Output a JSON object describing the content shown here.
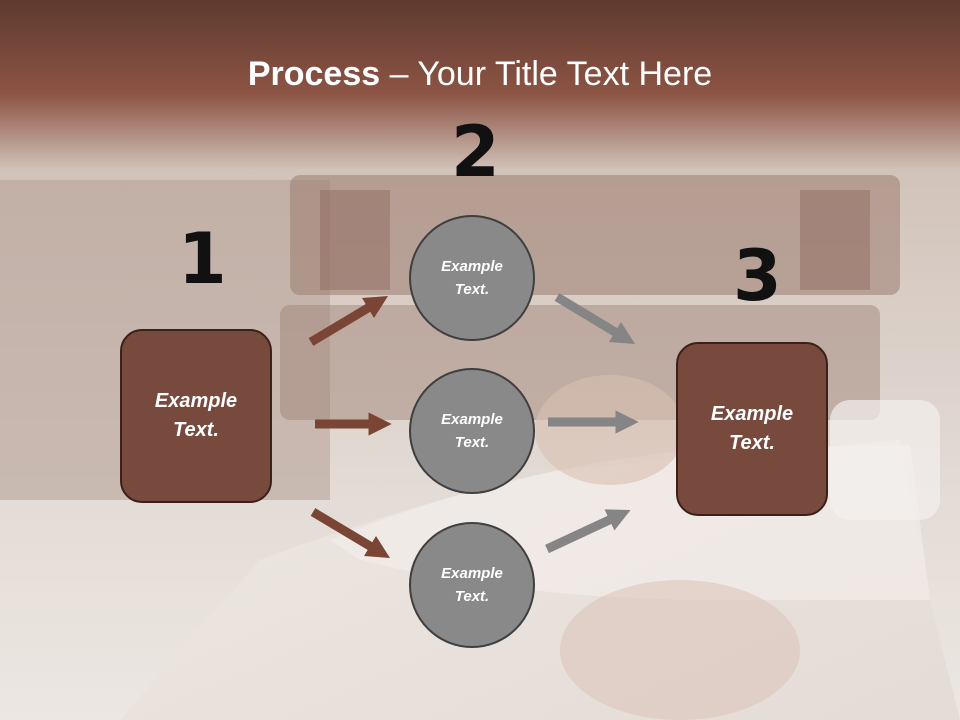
{
  "title": {
    "bold": "Process",
    "rest": " – Your Title Text Here"
  },
  "steps": [
    {
      "number": "1"
    },
    {
      "number": "2"
    },
    {
      "number": "3"
    }
  ],
  "boxes": [
    {
      "text": "Example Text."
    },
    {
      "text": "Example Text."
    }
  ],
  "circles": [
    {
      "text": "Example Text."
    },
    {
      "text": "Example Text."
    },
    {
      "text": "Example Text."
    }
  ],
  "colors": {
    "box_fill": "#774a3d",
    "circle_fill": "#898989",
    "arrow_brown": "#7a4535",
    "arrow_gray": "#858585",
    "header_band": "#8c5444"
  }
}
